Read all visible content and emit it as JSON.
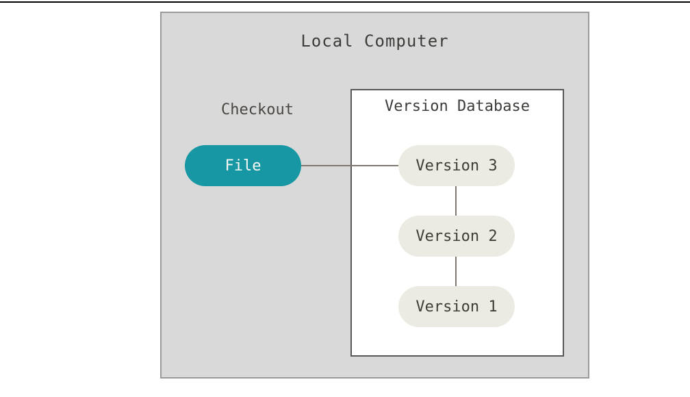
{
  "diagram": {
    "title": "Local Computer",
    "checkout": {
      "label": "Checkout"
    },
    "file": {
      "label": "File"
    },
    "version_database": {
      "title": "Version Database",
      "versions": [
        {
          "label": "Version 3"
        },
        {
          "label": "Version 2"
        },
        {
          "label": "Version 1"
        }
      ]
    }
  },
  "colors": {
    "file_fill": "#1797a3",
    "version_fill": "#ecebe3",
    "outer_fill": "#d9d9d9",
    "outer_border": "#999999",
    "inner_border": "#565656",
    "connector": "#7d786f",
    "text_dark": "#3d3c39",
    "text_light": "#f7f7f4",
    "rule": "#000000",
    "page_bg": "#ffffff"
  }
}
